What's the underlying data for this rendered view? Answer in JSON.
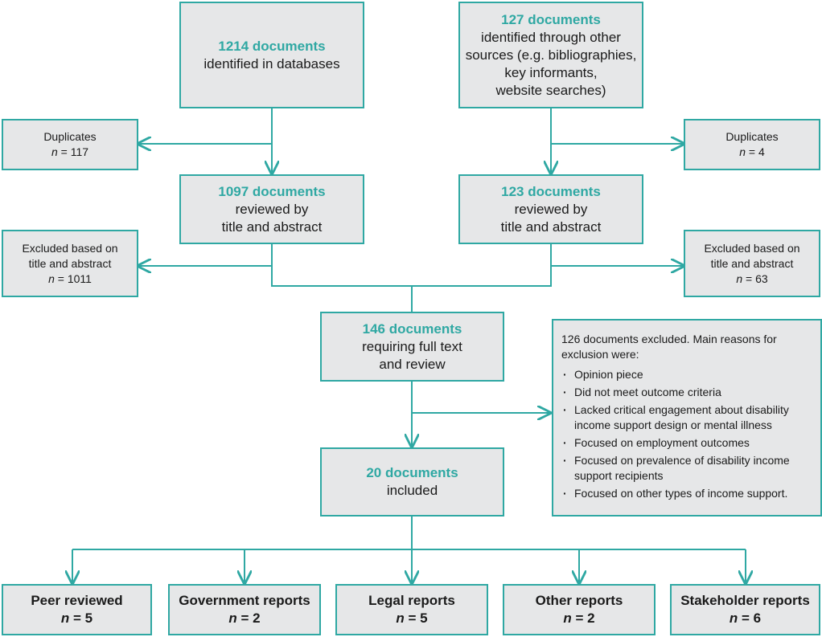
{
  "colors": {
    "accent": "#2fa8a3",
    "box_fill": "#e6e7e8",
    "text": "#1a1a1a"
  },
  "db": {
    "count": "1214 documents",
    "desc": "identified in databases"
  },
  "other": {
    "count": "127 documents",
    "desc1": "identified through other",
    "desc2": "sources (e.g. bibliographies,",
    "desc3": "key informants,",
    "desc4": "website searches)"
  },
  "dup_left": {
    "label": "Duplicates",
    "n_prefix": "n",
    "n_value": " = 117"
  },
  "dup_right": {
    "label": "Duplicates",
    "n_prefix": "n",
    "n_value": " = 4"
  },
  "rev_left": {
    "count": "1097 documents",
    "desc1": "reviewed by",
    "desc2": "title and abstract"
  },
  "rev_right": {
    "count": "123 documents",
    "desc1": "reviewed by",
    "desc2": "title and abstract"
  },
  "excl_left": {
    "label1": "Excluded based on",
    "label2": "title and abstract",
    "n_prefix": "n",
    "n_value": " = 1011"
  },
  "excl_right": {
    "label1": "Excluded based on",
    "label2": "title and abstract",
    "n_prefix": "n",
    "n_value": " = 63"
  },
  "fulltext": {
    "count": "146 documents",
    "desc1": "requiring full text",
    "desc2": "and review"
  },
  "excluded_reasons": {
    "intro": "126 documents excluded. Main reasons for exclusion were:",
    "items": [
      "Opinion piece",
      "Did not meet outcome criteria",
      "Lacked critical engagement about disability income support design or mental illness",
      "Focused on employment outcomes",
      "Focused on prevalence of disability income support recipients",
      "Focused on other types of income support."
    ]
  },
  "included": {
    "count": "20 documents",
    "desc": "included"
  },
  "categories": [
    {
      "label": "Peer reviewed",
      "n_prefix": "n",
      "n_value": " = 5"
    },
    {
      "label": "Government reports",
      "n_prefix": "n",
      "n_value": " = 2"
    },
    {
      "label": "Legal reports",
      "n_prefix": "n",
      "n_value": " = 5"
    },
    {
      "label": "Other reports",
      "n_prefix": "n",
      "n_value": " = 2"
    },
    {
      "label": "Stakeholder reports",
      "n_prefix": "n",
      "n_value": " = 6"
    }
  ]
}
